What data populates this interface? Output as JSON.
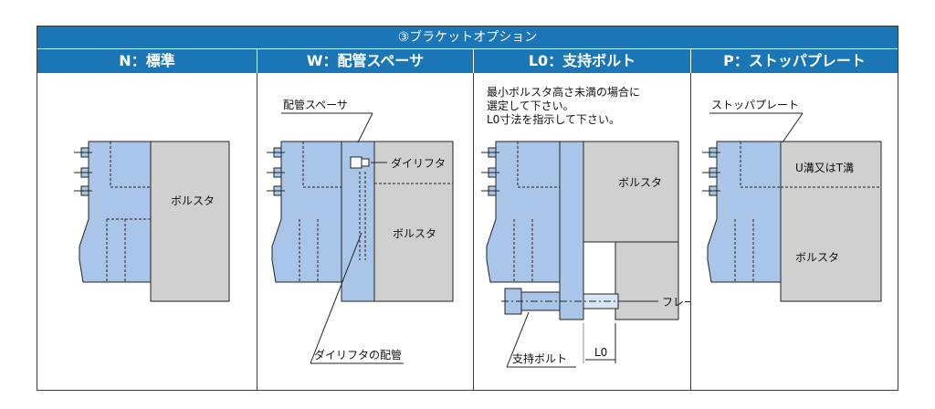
{
  "title": "③ブラケットオプション",
  "columns": [
    {
      "heading": "N：標準",
      "labels": {
        "bolster": "ボルスタ"
      }
    },
    {
      "heading": "W：配管スペーサ",
      "labels": {
        "spacer": "配管スペーサ",
        "die_lifter": "ダイリフタ",
        "bolster": "ボルスタ",
        "piping": "ダイリフタの配管"
      }
    },
    {
      "heading": "L0：支持ボルト",
      "note": "最小ボルスタ高さ未満の場合に\n選定して下さい。\nL0寸法を指示して下さい。",
      "labels": {
        "bolster": "ボルスタ",
        "frame": "フレーム",
        "bolt": "支持ボルト",
        "l0": "L0"
      }
    },
    {
      "heading": "P：ストッパプレート",
      "labels": {
        "stopper": "ストッパプレート",
        "slot": "U溝又はT溝",
        "bolster": "ボルスタ"
      }
    }
  ],
  "colors": {
    "header": "#1b76b5",
    "clamp": "#a9c6e8",
    "bolster": "#d0d0d0",
    "line": "#222222"
  }
}
